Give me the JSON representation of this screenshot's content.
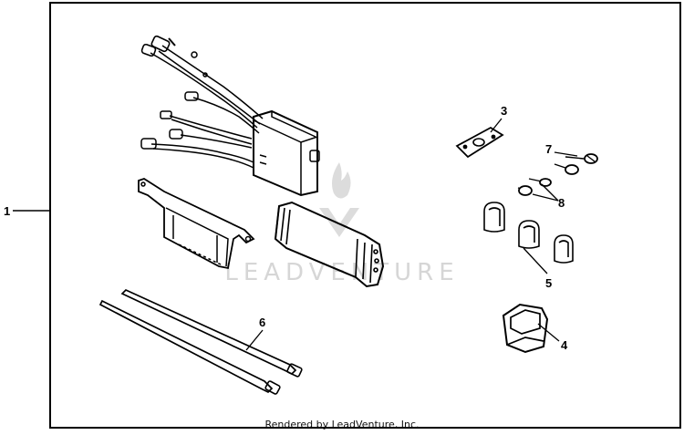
{
  "callouts": {
    "c1": "1",
    "c3": "3",
    "c4": "4",
    "c5": "5",
    "c6": "6",
    "c7": "7",
    "c8": "8"
  },
  "watermark": {
    "text": "LEADVENTURE"
  },
  "footer": {
    "credit": "Rendered by LeadVenture, Inc."
  }
}
